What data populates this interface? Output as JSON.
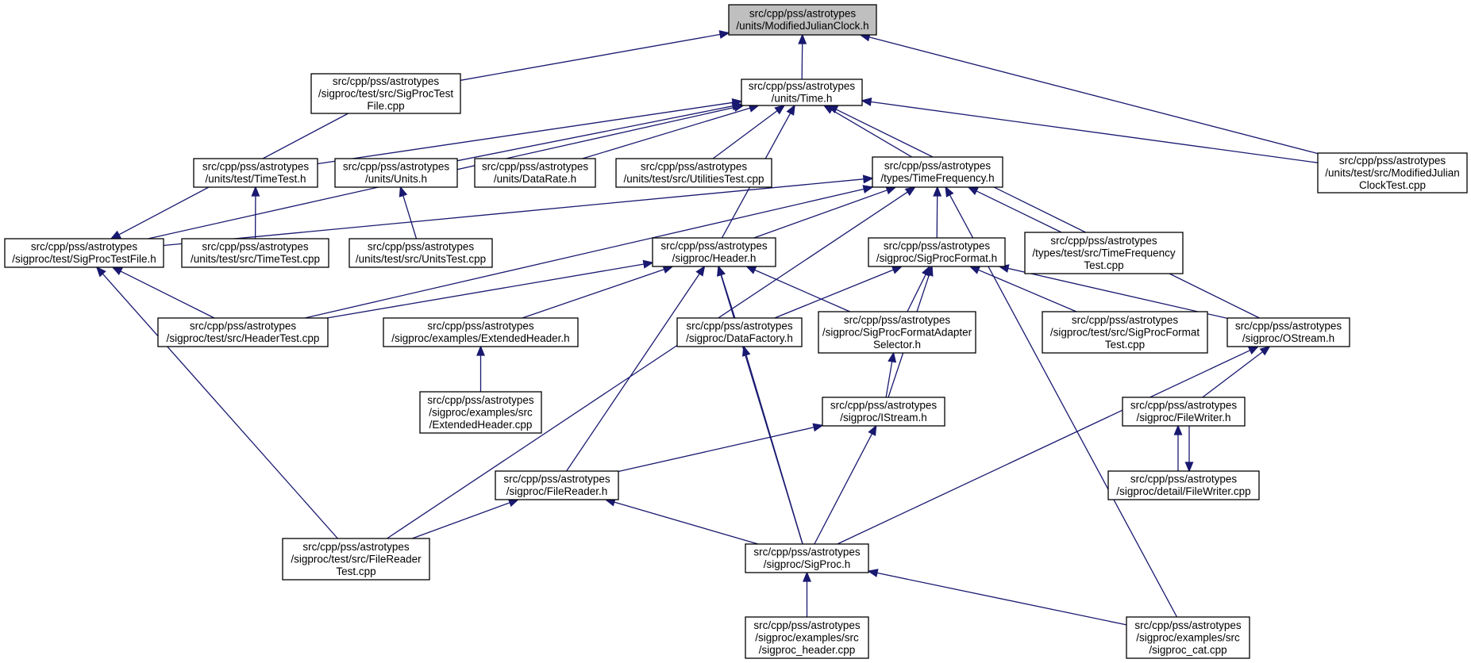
{
  "colors": {
    "edge": "#191970",
    "root_fill": "#bfbfbf",
    "node_fill": "#ffffff",
    "border": "#000000"
  },
  "nodes": [
    {
      "id": "MJC",
      "lines": [
        "src/cpp/pss/astrotypes",
        "/units/ModifiedJulianClock.h"
      ],
      "root": true
    },
    {
      "id": "SPTF",
      "lines": [
        "src/cpp/pss/astrotypes",
        "/sigproc/test/src/SigProcTest",
        "File.cpp"
      ]
    },
    {
      "id": "TIME",
      "lines": [
        "src/cpp/pss/astrotypes",
        "/units/Time.h"
      ]
    },
    {
      "id": "MJCT",
      "lines": [
        "src/cpp/pss/astrotypes",
        "/units/test/src/ModifiedJulian",
        "ClockTest.cpp"
      ]
    },
    {
      "id": "TTH",
      "lines": [
        "src/cpp/pss/astrotypes",
        "/units/test/TimeTest.h"
      ]
    },
    {
      "id": "UNITS",
      "lines": [
        "src/cpp/pss/astrotypes",
        "/units/Units.h"
      ]
    },
    {
      "id": "DR",
      "lines": [
        "src/cpp/pss/astrotypes",
        "/units/DataRate.h"
      ]
    },
    {
      "id": "UT",
      "lines": [
        "src/cpp/pss/astrotypes",
        "/units/test/src/UtilitiesTest.cpp"
      ]
    },
    {
      "id": "TF",
      "lines": [
        "src/cpp/pss/astrotypes",
        "/types/TimeFrequency.h"
      ]
    },
    {
      "id": "SPTFH",
      "lines": [
        "src/cpp/pss/astrotypes",
        "/sigproc/test/SigProcTestFile.h"
      ]
    },
    {
      "id": "TTC",
      "lines": [
        "src/cpp/pss/astrotypes",
        "/units/test/src/TimeTest.cpp"
      ]
    },
    {
      "id": "UTC",
      "lines": [
        "src/cpp/pss/astrotypes",
        "/units/test/src/UnitsTest.cpp"
      ]
    },
    {
      "id": "HDR",
      "lines": [
        "src/cpp/pss/astrotypes",
        "/sigproc/Header.h"
      ]
    },
    {
      "id": "SPF",
      "lines": [
        "src/cpp/pss/astrotypes",
        "/sigproc/SigProcFormat.h"
      ]
    },
    {
      "id": "TFT",
      "lines": [
        "src/cpp/pss/astrotypes",
        "/types/test/src/TimeFrequency",
        "Test.cpp"
      ]
    },
    {
      "id": "HT",
      "lines": [
        "src/cpp/pss/astrotypes",
        "/sigproc/test/src/HeaderTest.cpp"
      ]
    },
    {
      "id": "EH",
      "lines": [
        "src/cpp/pss/astrotypes",
        "/sigproc/examples/ExtendedHeader.h"
      ]
    },
    {
      "id": "DF",
      "lines": [
        "src/cpp/pss/astrotypes",
        "/sigproc/DataFactory.h"
      ]
    },
    {
      "id": "SPFAS",
      "lines": [
        "src/cpp/pss/astrotypes",
        "/sigproc/SigProcFormatAdapter",
        "Selector.h"
      ]
    },
    {
      "id": "SPFT",
      "lines": [
        "src/cpp/pss/astrotypes",
        "/sigproc/test/src/SigProcFormat",
        "Test.cpp"
      ]
    },
    {
      "id": "OS",
      "lines": [
        "src/cpp/pss/astrotypes",
        "/sigproc/OStream.h"
      ]
    },
    {
      "id": "EHC",
      "lines": [
        "src/cpp/pss/astrotypes",
        "/sigproc/examples/src",
        "/ExtendedHeader.cpp"
      ]
    },
    {
      "id": "IS",
      "lines": [
        "src/cpp/pss/astrotypes",
        "/sigproc/IStream.h"
      ]
    },
    {
      "id": "FW",
      "lines": [
        "src/cpp/pss/astrotypes",
        "/sigproc/FileWriter.h"
      ]
    },
    {
      "id": "FR",
      "lines": [
        "src/cpp/pss/astrotypes",
        "/sigproc/FileReader.h"
      ]
    },
    {
      "id": "FWC",
      "lines": [
        "src/cpp/pss/astrotypes",
        "/sigproc/detail/FileWriter.cpp"
      ]
    },
    {
      "id": "FRT",
      "lines": [
        "src/cpp/pss/astrotypes",
        "/sigproc/test/src/FileReader",
        "Test.cpp"
      ]
    },
    {
      "id": "SP",
      "lines": [
        "src/cpp/pss/astrotypes",
        "/sigproc/SigProc.h"
      ]
    },
    {
      "id": "SH",
      "lines": [
        "src/cpp/pss/astrotypes",
        "/sigproc/examples/src",
        "/sigproc_header.cpp"
      ]
    },
    {
      "id": "SC",
      "lines": [
        "src/cpp/pss/astrotypes",
        "/sigproc/examples/src",
        "/sigproc_cat.cpp"
      ]
    }
  ],
  "edges": [
    [
      "MJC",
      "SPTF"
    ],
    [
      "MJC",
      "TIME"
    ],
    [
      "MJC",
      "MJCT"
    ],
    [
      "SPTFH",
      "SPTF"
    ],
    [
      "TIME",
      "TTH"
    ],
    [
      "TIME",
      "UNITS"
    ],
    [
      "TIME",
      "DR"
    ],
    [
      "TIME",
      "UT"
    ],
    [
      "TIME",
      "TF"
    ],
    [
      "TIME",
      "MJCT"
    ],
    [
      "TIME",
      "SPTFH"
    ],
    [
      "TIME",
      "HDR"
    ],
    [
      "TIME",
      "OS"
    ],
    [
      "TTH",
      "TTC"
    ],
    [
      "UNITS",
      "UTC"
    ],
    [
      "TF",
      "SPTFH"
    ],
    [
      "TF",
      "HDR"
    ],
    [
      "TF",
      "SPF"
    ],
    [
      "TF",
      "TFT"
    ],
    [
      "TF",
      "HT"
    ],
    [
      "TF",
      "FRT"
    ],
    [
      "TF",
      "SC"
    ],
    [
      "SPTFH",
      "HT"
    ],
    [
      "SPTFH",
      "FRT"
    ],
    [
      "HDR",
      "HT"
    ],
    [
      "HDR",
      "EH"
    ],
    [
      "HDR",
      "DF"
    ],
    [
      "HDR",
      "SPFAS"
    ],
    [
      "HDR",
      "FR"
    ],
    [
      "HDR",
      "SP"
    ],
    [
      "SPF",
      "DF"
    ],
    [
      "SPF",
      "SPFAS"
    ],
    [
      "SPF",
      "SPFT"
    ],
    [
      "SPF",
      "OS"
    ],
    [
      "SPF",
      "IS"
    ],
    [
      "EH",
      "EHC"
    ],
    [
      "SPFAS",
      "IS"
    ],
    [
      "DF",
      "SP"
    ],
    [
      "IS",
      "FR"
    ],
    [
      "IS",
      "SP"
    ],
    [
      "OS",
      "FW"
    ],
    [
      "OS",
      "SP"
    ],
    [
      "FW",
      "FWC"
    ],
    [
      "FWC",
      "FW"
    ],
    [
      "FR",
      "FRT"
    ],
    [
      "FR",
      "SP"
    ],
    [
      "SP",
      "SH"
    ],
    [
      "SP",
      "SC"
    ]
  ]
}
